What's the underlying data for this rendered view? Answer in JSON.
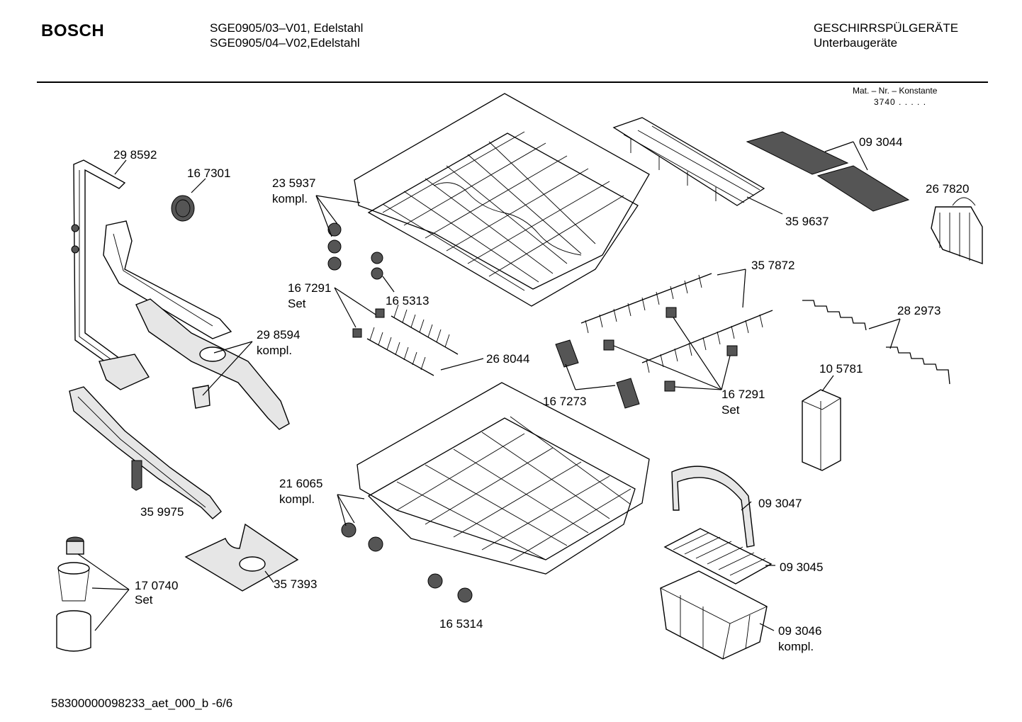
{
  "header": {
    "brand": "BOSCH",
    "model_line_1": "SGE0905/03–V01, Edelstahl",
    "model_line_2": "SGE0905/04–V02,Edelstahl",
    "category": "GESCHIRRSPÜLGERÄTE",
    "subcategory": "Unterbaugeräte",
    "mat_label": "Mat. – Nr. – Konstante",
    "mat_value": "3740  .   .   .   .   ."
  },
  "footer": {
    "document_id": "58300000098233_aet_000_b   -6/6"
  },
  "parts": [
    {
      "id": "p298592",
      "number": "29 8592"
    },
    {
      "id": "p167301",
      "number": "16 7301"
    },
    {
      "id": "p235937",
      "number": "23 5937",
      "note": "kompl."
    },
    {
      "id": "p167291a",
      "number": "16 7291",
      "note": "Set"
    },
    {
      "id": "p165313",
      "number": "16 5313"
    },
    {
      "id": "p298594",
      "number": "29 8594",
      "note": "kompl."
    },
    {
      "id": "p268044",
      "number": "26 8044"
    },
    {
      "id": "p359637",
      "number": "35 9637"
    },
    {
      "id": "p093044",
      "number": "09 3044"
    },
    {
      "id": "p267820",
      "number": "26 7820"
    },
    {
      "id": "p357872",
      "number": "35 7872"
    },
    {
      "id": "p282973",
      "number": "28 2973"
    },
    {
      "id": "p105781",
      "number": "10 5781"
    },
    {
      "id": "p167273",
      "number": "16 7273"
    },
    {
      "id": "p167291b",
      "number": "16 7291",
      "note": "Set"
    },
    {
      "id": "p216065",
      "number": "21 6065",
      "note": "kompl."
    },
    {
      "id": "p359975",
      "number": "35 9975"
    },
    {
      "id": "p093047",
      "number": "09 3047"
    },
    {
      "id": "p093045",
      "number": "09 3045"
    },
    {
      "id": "p170740",
      "number": "17 0740",
      "note": "Set"
    },
    {
      "id": "p357393",
      "number": "35 7393"
    },
    {
      "id": "p165314",
      "number": "16 5314"
    },
    {
      "id": "p093046",
      "number": "09 3046",
      "note": "kompl."
    }
  ]
}
